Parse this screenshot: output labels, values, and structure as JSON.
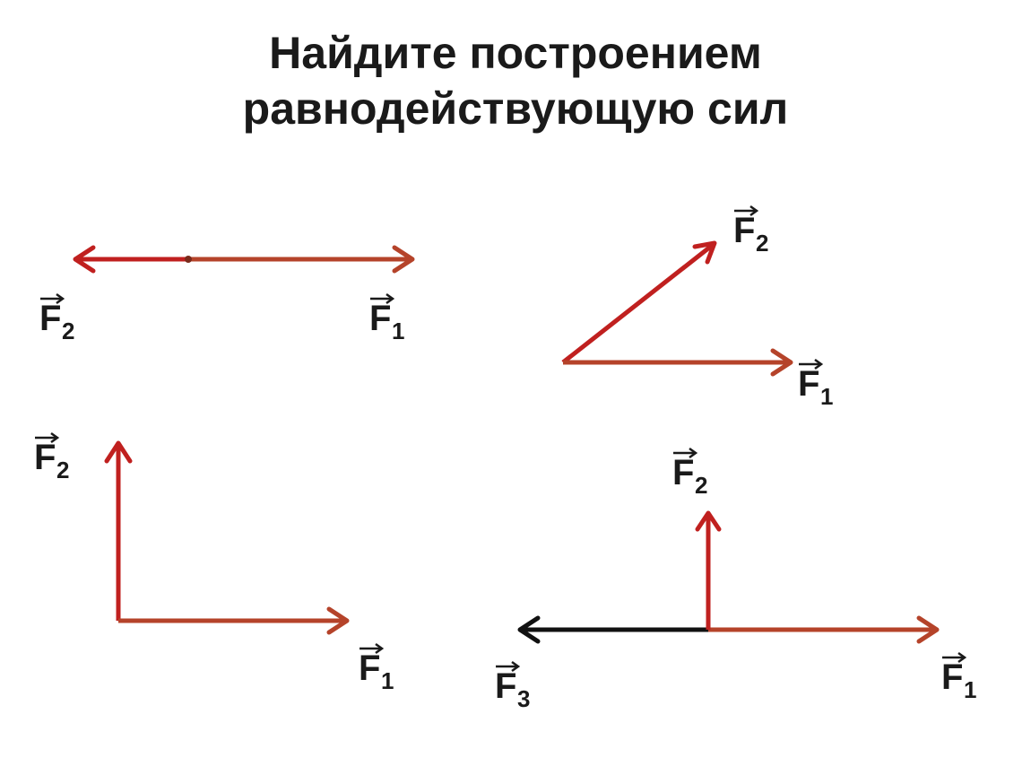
{
  "title": {
    "line1": "Найдите построением",
    "line2": "равнодействующую сил"
  },
  "colors": {
    "force_red": "#c0201f",
    "force_brown": "#b5432a",
    "force_black": "#111111",
    "text": "#1a1a1a"
  },
  "vector_letter": "F",
  "vector_mark": "→",
  "diagrams": [
    {
      "labels": [
        {
          "name": "force-f2-label",
          "sub": "2"
        },
        {
          "name": "force-f1-label",
          "sub": "1"
        }
      ]
    },
    {
      "labels": [
        {
          "name": "force-f2-label",
          "sub": "2"
        },
        {
          "name": "force-f1-label",
          "sub": "1"
        }
      ]
    },
    {
      "labels": [
        {
          "name": "force-f2-label",
          "sub": "2"
        },
        {
          "name": "force-f1-label",
          "sub": "1"
        }
      ]
    },
    {
      "labels": [
        {
          "name": "force-f2-label",
          "sub": "2"
        },
        {
          "name": "force-f3-label",
          "sub": "3"
        },
        {
          "name": "force-f1-label",
          "sub": "1"
        }
      ]
    }
  ]
}
